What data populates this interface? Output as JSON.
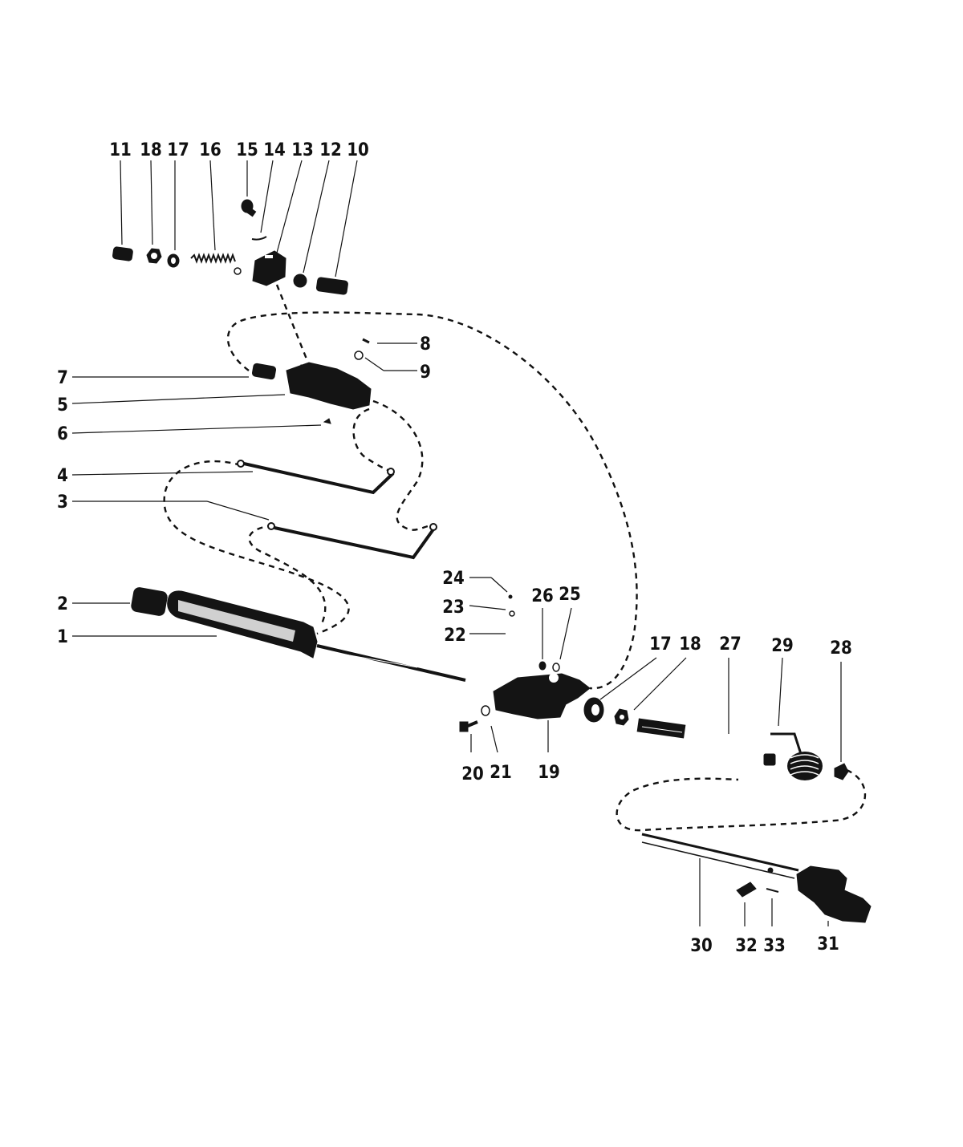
{
  "diagram": {
    "labels": {
      "l1": "1",
      "l2": "2",
      "l3": "3",
      "l4": "4",
      "l5": "5",
      "l6": "6",
      "l7": "7",
      "l8": "8",
      "l9": "9",
      "l10": "10",
      "l11": "11",
      "l12": "12",
      "l13": "13",
      "l14": "14",
      "l15": "15",
      "l16": "16",
      "l17_top": "17",
      "l18_top": "18",
      "l17_low": "17",
      "l18_low": "18",
      "l19": "19",
      "l20": "20",
      "l21": "21",
      "l22": "22",
      "l23": "23",
      "l24": "24",
      "l25": "25",
      "l26": "26",
      "l27": "27",
      "l28": "28",
      "l29": "29",
      "l30": "30",
      "l31": "31",
      "l32": "32",
      "l33": "33"
    }
  }
}
